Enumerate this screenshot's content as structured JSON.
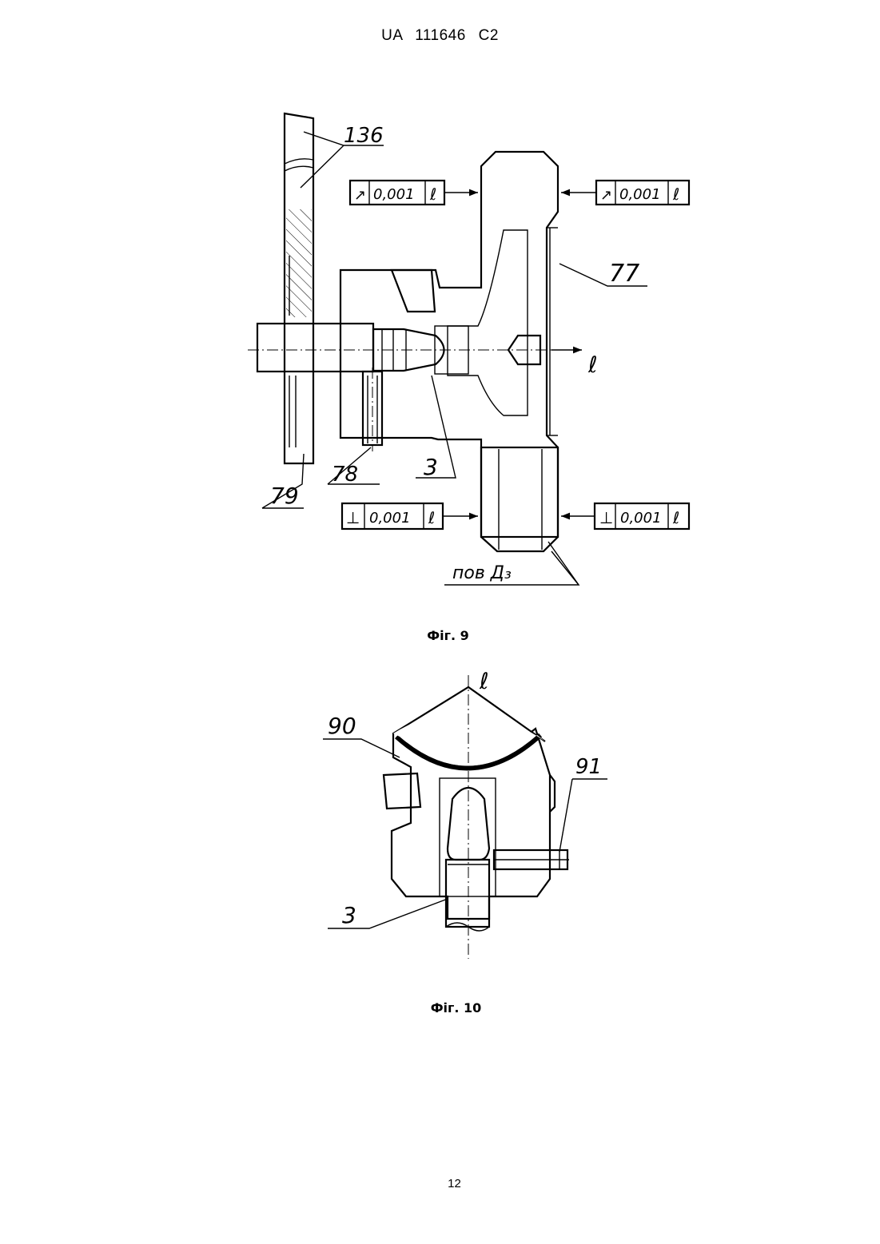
{
  "header": {
    "doc_number": "UA   111646   C2"
  },
  "figure9": {
    "caption": "Фіг. 9",
    "labels": {
      "part_136": "136",
      "part_77": "77",
      "part_78": "78",
      "part_79": "79",
      "part_3": "3",
      "axis_l": "ℓ",
      "surface": "пов Д₃"
    },
    "tolerances": {
      "runout_left": {
        "symbol": "↗",
        "value": "0,001",
        "datum": "ℓ"
      },
      "runout_right": {
        "symbol": "↗",
        "value": "0,001",
        "datum": "ℓ"
      },
      "perp_left": {
        "symbol": "⊥",
        "value": "0,001",
        "datum": "ℓ"
      },
      "perp_right": {
        "symbol": "⊥",
        "value": "0,001",
        "datum": "ℓ"
      }
    }
  },
  "figure10": {
    "caption": "Фіг. 10",
    "labels": {
      "part_90": "90",
      "part_91": "91",
      "part_3": "3",
      "axis_l": "ℓ"
    }
  },
  "footer": {
    "page_number": "12"
  }
}
